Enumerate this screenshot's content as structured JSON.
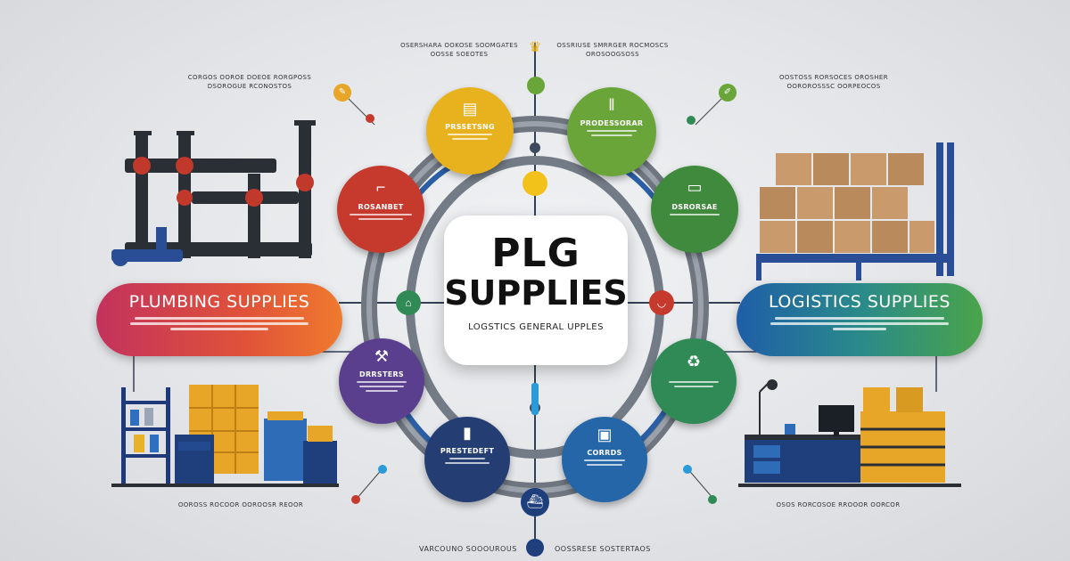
{
  "center": {
    "title": "PLG",
    "subtitle": "SUPPLIES",
    "tagline": "LOGSTICS GENERAL UPPLES"
  },
  "left_banner": {
    "title": "PLUMBING SUPPLIES",
    "color": "#d94b3a"
  },
  "right_banner": {
    "title": "LOGISTICS SUPPLIES",
    "color": "#2e9a5a"
  },
  "circles": [
    {
      "id": "top-yellow",
      "label": "PRSSETSNG",
      "color": "#e8b21e",
      "icon": "tools-icon"
    },
    {
      "id": "top-green",
      "label": "PRODESSORAR",
      "color": "#6aa539",
      "icon": "brushes-icon"
    },
    {
      "id": "left-red",
      "label": "ROSANBET",
      "color": "#c63a2e",
      "icon": "faucet-icon"
    },
    {
      "id": "right-green",
      "label": "DSRORSAE",
      "color": "#3f8a3c",
      "icon": "bathtub-icon"
    },
    {
      "id": "left-purple",
      "label": "DRRSTERS",
      "color": "#5a3f8f",
      "icon": "pipe-wrench-icon"
    },
    {
      "id": "right-teal",
      "label": "",
      "color": "#2f8a55",
      "icon": "recycle-icon"
    },
    {
      "id": "bottom-navy",
      "label": "PRESTEDEFT",
      "color": "#243d73",
      "icon": "bottle-icon"
    },
    {
      "id": "bottom-blue",
      "label": "CORRDS",
      "color": "#2466a8",
      "icon": "device-icon"
    }
  ],
  "top_labels": {
    "left": "OSERSHARA OOKOSE SOOMGATES",
    "left2": "OOSSE SOEOTES",
    "right": "OSSRIUSE SMRRGER ROCMOSCS",
    "right2": "OROSOOGSOSS"
  },
  "corner_labels": {
    "top_left": "CORGOS OOROE DOEOE RORGPOSS",
    "top_left2": "DSOROGUE RCONOSTOS",
    "top_right": "OOSTOSS RORSOCES OROSHER",
    "top_right2": "OOROROSSSC OORPEOCOS"
  },
  "bottom_labels": {
    "left": "VARCOUNO SOOOUROUS",
    "right": "OOSSRESE SOSTERTAOS",
    "corner_left": "OOROSS ROCOOR OOROOSR REOOR",
    "corner_right": "OSOS RORCOSOE RROOOR OORCOR"
  },
  "colors": {
    "pipe": "#6f7680",
    "line": "#3d4a5c"
  }
}
